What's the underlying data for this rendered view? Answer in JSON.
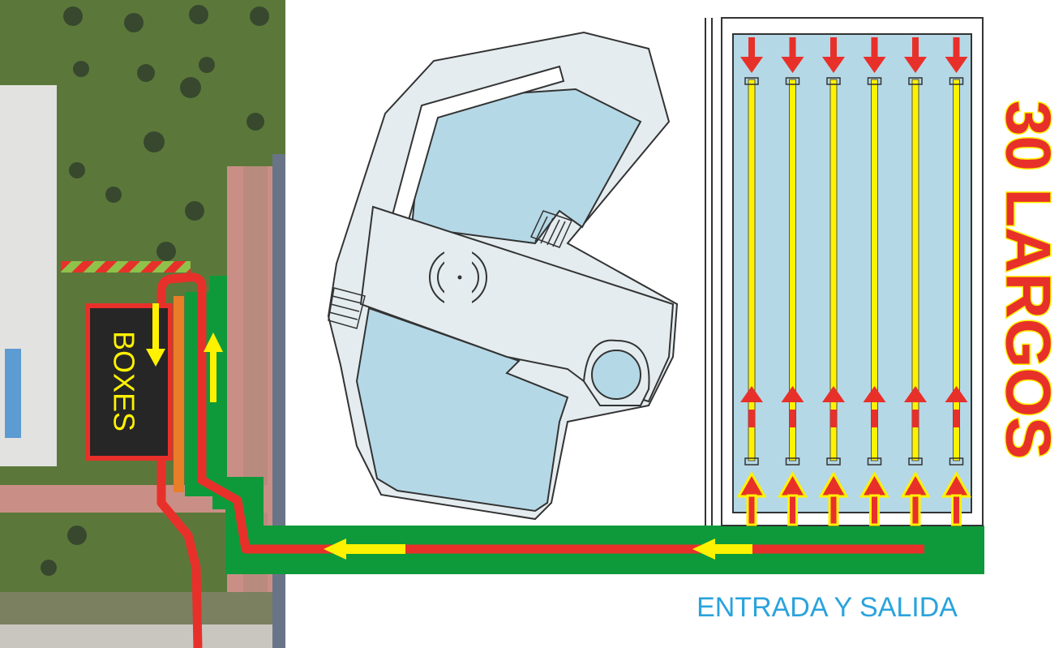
{
  "labels": {
    "boxes": "BOXES",
    "laps": "30 LARGOS",
    "entrance_exit": "ENTRADA Y SALIDA"
  },
  "colors": {
    "route_red": "#e8302a",
    "route_green": "#0e9a3a",
    "arrow_yellow": "#fff200",
    "water_blue": "#b5d8e6",
    "deck_grey": "#e4ecef",
    "boxes_fill": "#262626",
    "laps_text_red": "#e8302a",
    "laps_text_outline": "#fff200",
    "entrance_text_blue": "#2aa3dc",
    "lawn_green": "#5d7a3c",
    "path_pink": "#c98f86",
    "orange_divider": "#e87e28"
  },
  "icons": {
    "down_arrow": "down-arrow-icon",
    "up_arrow": "up-arrow-icon",
    "left_arrow": "left-arrow-icon"
  },
  "lanes": 6
}
